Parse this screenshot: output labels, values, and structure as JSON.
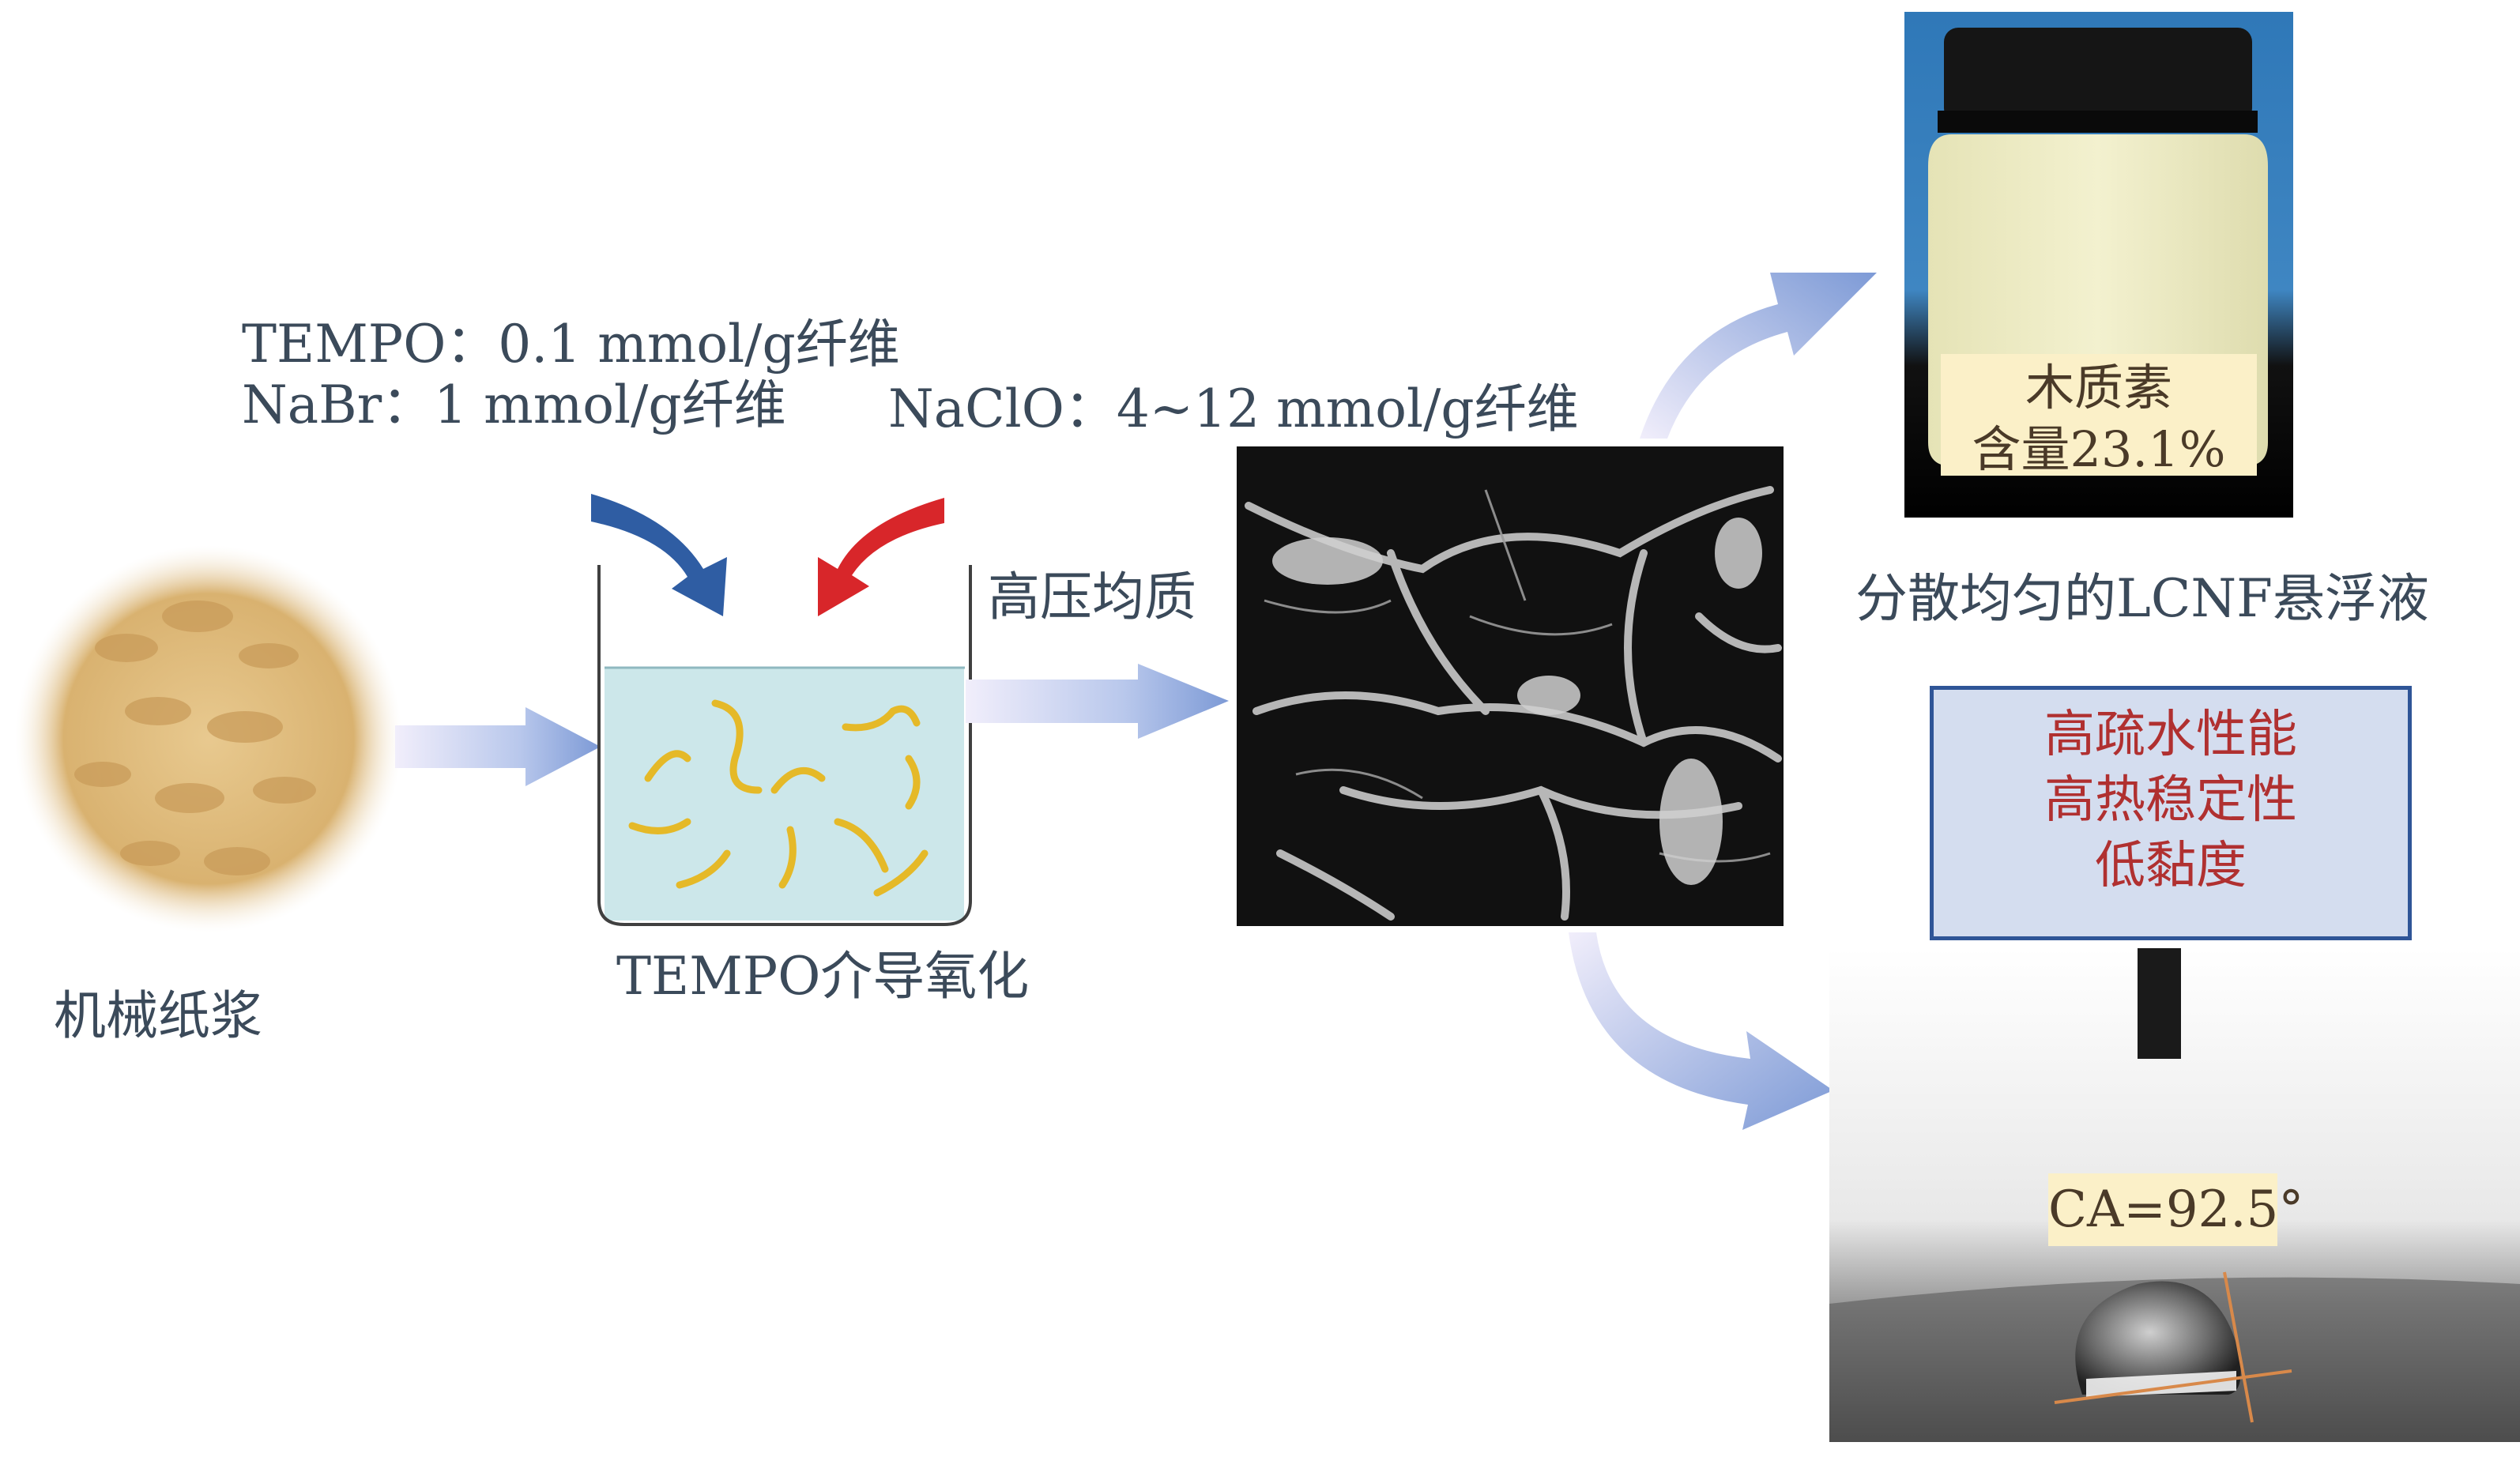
{
  "reagents": {
    "tempo": "TEMPO：0.1 mmol/g纤维",
    "nabr": "NaBr：1 mmol/g纤维",
    "naclo": "NaClO：4~12 mmol/g纤维"
  },
  "steps": {
    "pulp_label": "机械纸浆",
    "oxidation_label": "TEMPO介导氧化",
    "homogenize_label": "高压均质",
    "suspension_label": "分散均匀的LCNF悬浮液"
  },
  "jar_tag": {
    "line1": "木质素",
    "line2": "含量23.1%"
  },
  "properties": {
    "line1": "高疏水性能",
    "line2": "高热稳定性",
    "line3": "低黏度"
  },
  "contact_angle": {
    "label": "CA=92.5°"
  },
  "colors": {
    "text": "#3b4a5a",
    "arrow_blue": "#2f5da3",
    "arrow_red": "#d8262a",
    "props_border": "#2f5597",
    "props_text": "#b03030",
    "tag_bg": "#fbf0c8"
  }
}
